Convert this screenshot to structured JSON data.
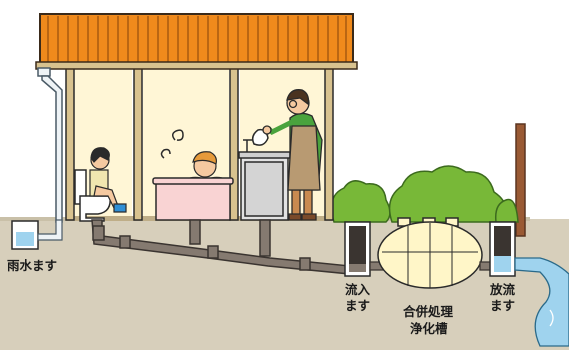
{
  "labels": {
    "rain_basin": "雨水ます",
    "inflow_basin_line1": "流入",
    "inflow_basin_line2": "ます",
    "septic_tank_line1": "合併処理",
    "septic_tank_line2": "浄化槽",
    "outflow_basin_line1": "放流",
    "outflow_basin_line2": "ます"
  },
  "colors": {
    "roof": "#f08a1c",
    "wall": "#fff6d6",
    "ground": "#d7cfbb",
    "pipe": "#857a70",
    "tank": "#fff6c8",
    "water": "#9fd3ee",
    "tree": "#78b838",
    "apron": "#b89a72",
    "shirt": "#4aa33d"
  },
  "icons": [
    "toilet-icon",
    "bathtub-icon",
    "sink-icon",
    "steam-icon"
  ]
}
